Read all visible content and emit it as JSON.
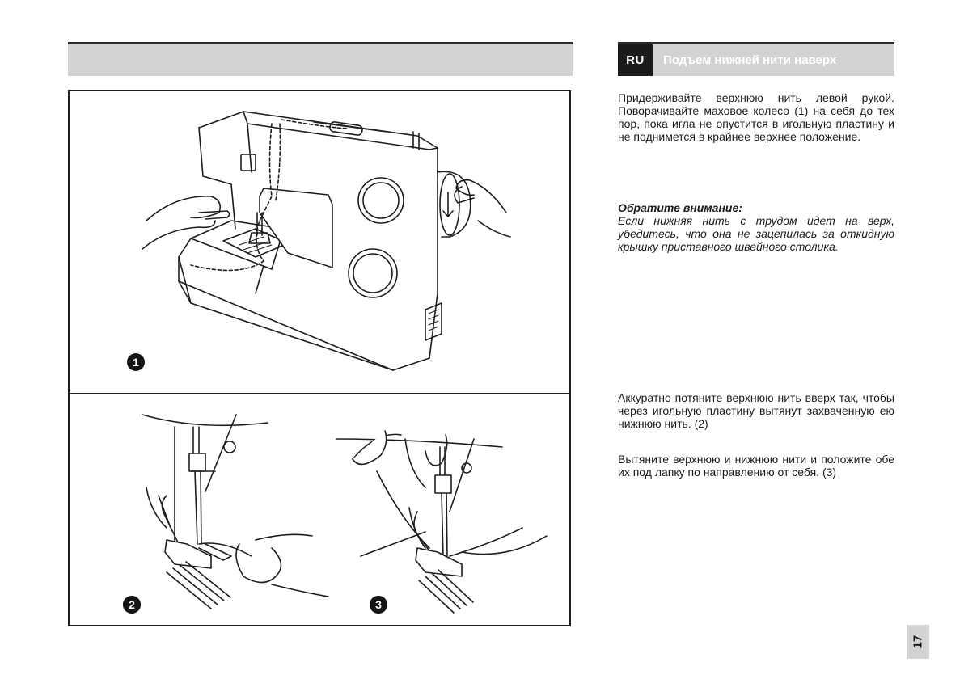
{
  "header": {
    "lang": "RU",
    "title": "Подъем нижней нити наверх"
  },
  "paragraphs": {
    "p1": "Придерживайте верхнюю нить левой рукой. Поворачивайте маховое колесо (1) на себя до тех пор, пока игла не опустится в игольную пластину и не поднимется в крайнее верхнее положение.",
    "note_title": "Обратите внимание:",
    "note_text": "Если нижняя нить с трудом идет на верх, убедитесь, что она не зацепилась за откидную крышку приставного швейного столика.",
    "p2": "Аккуратно потяните верхнюю нить вверх так, чтобы через игольную пластину вытянут захваченную ею нижнюю нить. (2)",
    "p3": "Вытяните верхнюю и нижнюю нити и положите обе их под лапку по направлению от себя. (3)"
  },
  "figure": {
    "steps": [
      "1",
      "2",
      "3"
    ]
  },
  "page_number": "17",
  "colors": {
    "header_bar": "#d3d3d3",
    "badge": "#1b1b1b",
    "line": "#1e1e1e"
  }
}
